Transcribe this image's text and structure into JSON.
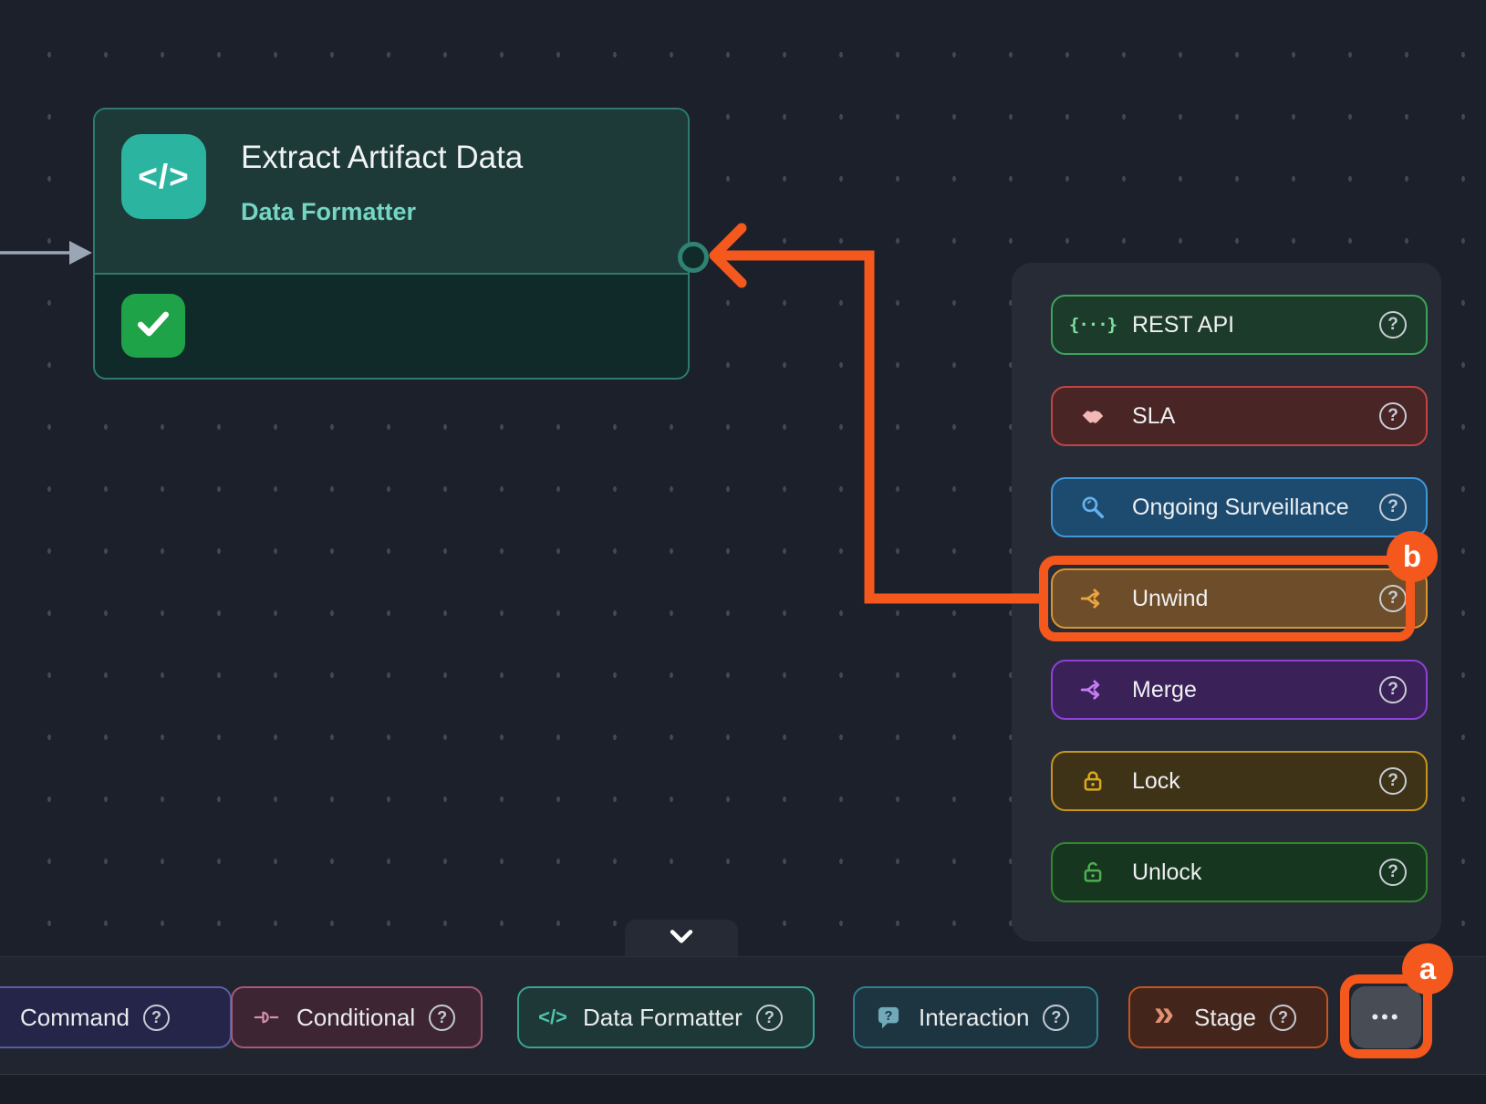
{
  "ui": {
    "help_glyph": "?",
    "more_glyph": "•••"
  },
  "canvas": {
    "bg": "#1b202b",
    "dot_color": "#414755",
    "incoming_arrow_color": "#9aa6b4"
  },
  "node": {
    "title": "Extract Artifact Data",
    "subtitle": "Data Formatter",
    "type_icon_glyph": "</>",
    "colors": {
      "border": "#2f7a6d",
      "header_bg": "#1d3a38",
      "body_bg": "#0f2a28",
      "icon_bg": "#2bb4a0",
      "subtitle": "#74d6c3",
      "status_bg": "#1fa349"
    }
  },
  "menu": {
    "bg": "#262b36",
    "items": [
      {
        "label": "REST API",
        "icon": "braces-icon",
        "border": "#3da35a",
        "bg": "#1d3b2a",
        "icon_color": "#7de09e",
        "icon_glyph": "{···}"
      },
      {
        "label": "SLA",
        "icon": "handshake-icon",
        "border": "#c04545",
        "bg": "#4a2526",
        "icon_color": "#f2b8b6"
      },
      {
        "label": "Ongoing Surveillance",
        "icon": "magnifier-icon",
        "border": "#4097d8",
        "bg": "#1d4b70",
        "icon_color": "#64b1ec"
      },
      {
        "label": "Unwind",
        "icon": "split-icon",
        "border": "#d9952f",
        "bg": "#6e4e2a",
        "icon_color": "#eda43f",
        "highlighted": true
      },
      {
        "label": "Merge",
        "icon": "split-icon",
        "border": "#9040d8",
        "bg": "#3a2158",
        "icon_color": "#c87bf5"
      },
      {
        "label": "Lock",
        "icon": "lock-icon",
        "border": "#c8941c",
        "bg": "#3e3317",
        "icon_color": "#dca81e"
      },
      {
        "label": "Unlock",
        "icon": "unlock-icon",
        "border": "#33872e",
        "bg": "#173620",
        "icon_color": "#4caf50"
      }
    ]
  },
  "toolbar": {
    "bg": "#20252f",
    "items": [
      {
        "label": "Command",
        "border": "#5a5da6",
        "bg": "#25254a"
      },
      {
        "label": "Conditional",
        "icon": "plug-icon",
        "border": "#a55a75",
        "bg": "#3d2533",
        "icon_color": "#d490ab"
      },
      {
        "label": "Data Formatter",
        "icon": "code-icon",
        "border": "#39a391",
        "bg": "#1d3836",
        "icon_color": "#4fc3ad",
        "icon_glyph": "</>"
      },
      {
        "label": "Interaction",
        "icon": "chat-question-icon",
        "border": "#30808f",
        "bg": "#1d3540",
        "icon_color": "#6fa9ba"
      },
      {
        "label": "Stage",
        "icon": "double-chevron-icon",
        "border": "#c2561f",
        "bg": "#44251c",
        "icon_color": "#e09273",
        "icon_glyph": "»"
      }
    ],
    "more_bg": "#474c55"
  },
  "annotations": {
    "color": "#f4581c",
    "a_label": "a",
    "b_label": "b"
  }
}
